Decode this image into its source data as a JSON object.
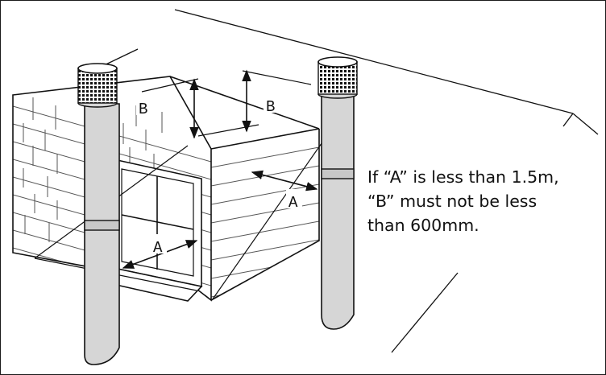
{
  "diagram": {
    "labels": {
      "b_left": "B",
      "b_right": "B",
      "a_front": "A",
      "a_side": "A"
    },
    "note_lines": [
      "If “A” is less than 1.5m,",
      "“B” must not be less",
      "than 600mm."
    ],
    "colors": {
      "line": "#111111",
      "pipe": "#d6d6d6",
      "background": "#ffffff"
    }
  }
}
